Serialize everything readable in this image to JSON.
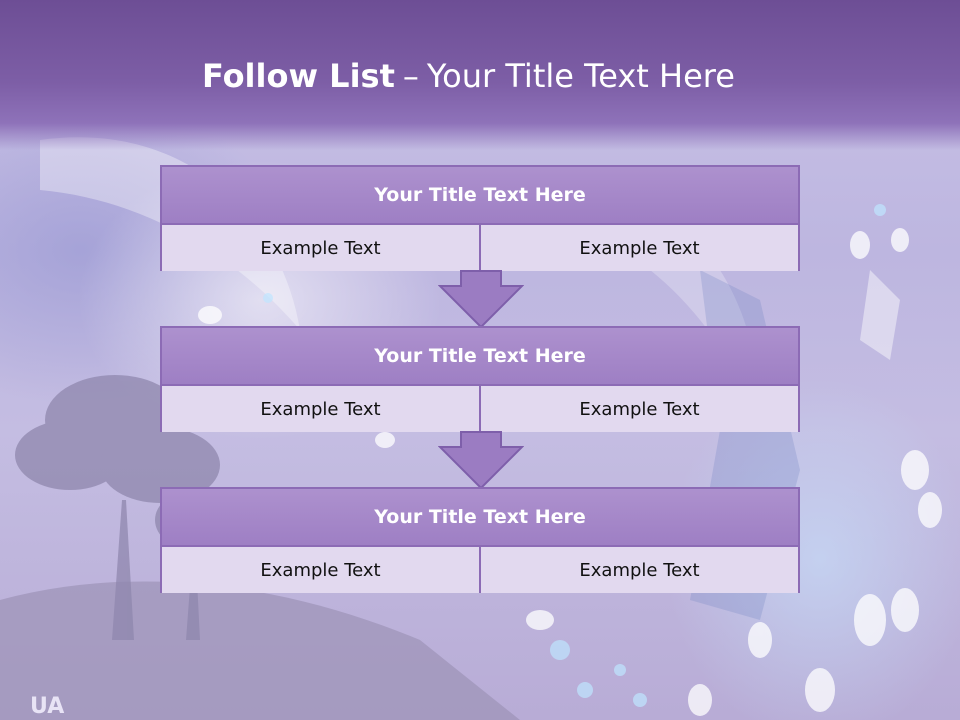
{
  "slide": {
    "title_bold": "Follow List",
    "title_sep": "–",
    "title_rest": "Your Title Text Here",
    "blocks": [
      {
        "title": "Your Title Text Here",
        "left": "Example Text",
        "right": "Example Text"
      },
      {
        "title": "Your Title Text Here",
        "left": "Example Text",
        "right": "Example Text"
      },
      {
        "title": "Your Title Text Here",
        "left": "Example Text",
        "right": "Example Text"
      }
    ],
    "logo_text": "UA"
  },
  "colors": {
    "header": "#7d5ea6",
    "block_head": "#a488c9",
    "block_border": "#8c6bb5",
    "cell_bg": "#e2d9ef",
    "arrow_fill": "#9b7cc2"
  }
}
